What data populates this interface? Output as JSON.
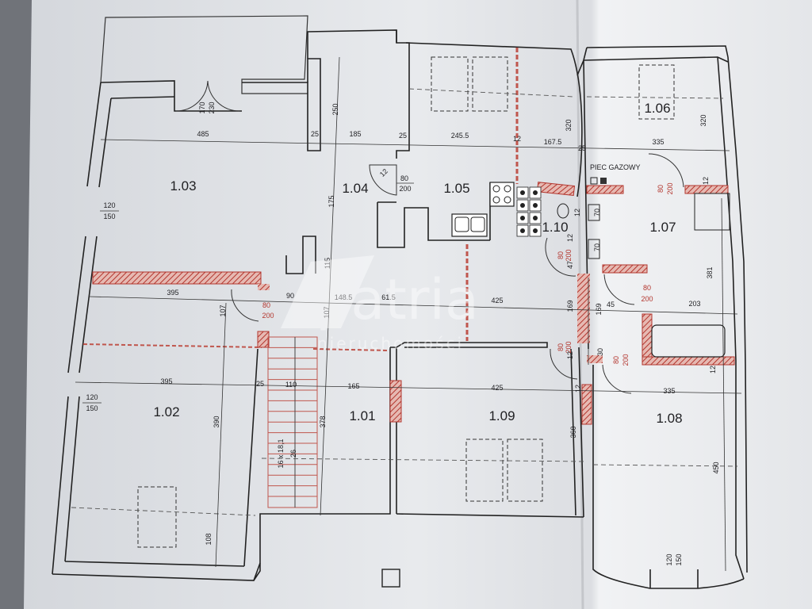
{
  "rooms": [
    "1.01",
    "1.02",
    "1.03",
    "1.04",
    "1.05",
    "1.06",
    "1.07",
    "1.08",
    "1.09",
    "1.10"
  ],
  "labels": {
    "gas_heater": "PIEC GAZOWY"
  },
  "stairs": {
    "spec": "16 x 18,1",
    "tread": "26"
  },
  "watermark": {
    "brand": "patria",
    "tagline": "nieruchomości"
  },
  "dimensions": {
    "d485": "485",
    "d185": "185",
    "d2455": "245.5",
    "d1675": "167.5",
    "d335a": "335",
    "d25a": "25",
    "d25b": "25",
    "d12a": "12",
    "d25c": "25",
    "d395a": "395",
    "d90": "90",
    "d1485": "148.5",
    "d615": "61.5",
    "d425a": "425",
    "d45": "45",
    "d203": "203",
    "d395b": "395",
    "d25d": "25",
    "d110": "110",
    "d165": "165",
    "d425b": "425",
    "d335b": "335",
    "d250": "250",
    "d320a": "320",
    "d320b": "320",
    "d175": "175",
    "d115": "115",
    "d107a": "107",
    "d107b": "107",
    "d390": "390",
    "d378": "378",
    "d360": "360",
    "d450": "450",
    "d108": "108",
    "d381": "381",
    "d169a": "169",
    "d169b": "169",
    "d30": "30",
    "d70a": "70",
    "d70b": "70",
    "d47": "47",
    "d12b": "12",
    "d12c": "12",
    "d12d": "12",
    "d12e": "12",
    "d12f": "12",
    "d12g": "12",
    "d12h": "12"
  },
  "openings": {
    "win_l1_top": "120",
    "win_l1_bot": "150",
    "win_l2_top": "120",
    "win_l2_bot": "150",
    "win_b_top": "120",
    "win_b_bot": "150",
    "door_main_top": "170",
    "door_main_bot": "230",
    "door_104_top": "80",
    "door_104_bot": "200",
    "door_102_top": "80",
    "door_102_bot": "200",
    "door_109_top": "80",
    "door_109_bot": "200",
    "door_110_top": "80",
    "door_110_bot": "200",
    "door_108_top": "80",
    "door_108_bot": "200",
    "door_107a_top": "80",
    "door_107a_bot": "200",
    "door_107b_top": "80",
    "door_107b_bot": "200"
  }
}
